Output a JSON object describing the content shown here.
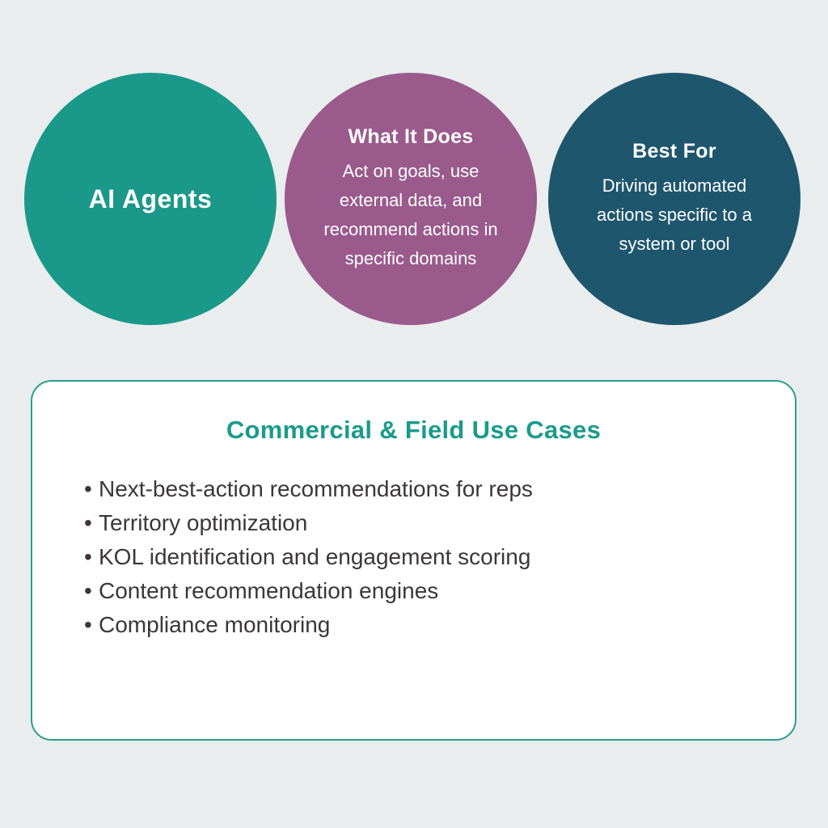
{
  "background_color": "#e9edee",
  "circles": [
    {
      "label": "AI Agents",
      "color": "#1a9889",
      "text_color": "#ffffff"
    },
    {
      "title": "What It Does",
      "body": "Act on goals, use external data, and recommend actions in specific domains",
      "color": "#9a5a8c",
      "text_color": "#ffffff"
    },
    {
      "title": "Best For",
      "body": "Driving automated actions specific to a system or tool",
      "color": "#1e566e",
      "text_color": "#ffffff"
    }
  ],
  "card": {
    "title": "Commercial & Field Use Cases",
    "title_color": "#1a9b8b",
    "border_color": "#2a9d8f",
    "background_color": "#ffffff",
    "text_color": "#3d3639",
    "items": [
      "Next-best-action recommendations for reps",
      "Territory optimization",
      "KOL identification and engagement scoring",
      "Content recommendation engines",
      "Compliance monitoring"
    ]
  }
}
